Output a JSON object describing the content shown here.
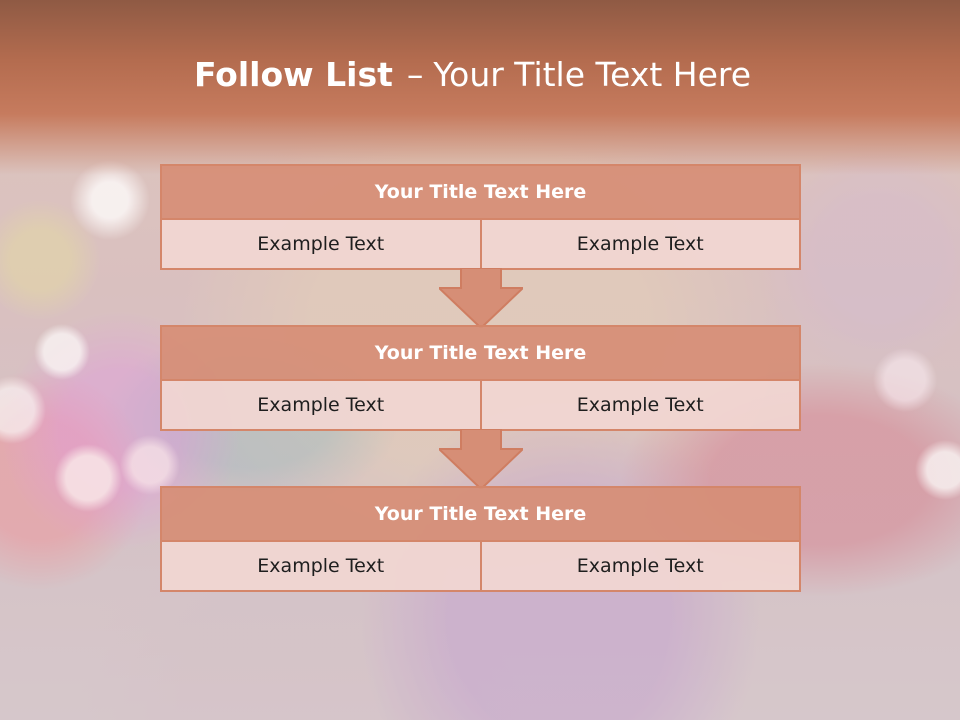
{
  "slide": {
    "title_bold": "Follow List",
    "title_separator": "–",
    "title_rest": "Your Title Text Here",
    "rows": [
      {
        "title": "Your Title Text Here",
        "left": "Example Text",
        "right": "Example Text"
      },
      {
        "title": "Your Title Text Here",
        "left": "Example Text",
        "right": "Example Text"
      },
      {
        "title": "Your Title Text Here",
        "left": "Example Text",
        "right": "Example Text"
      }
    ]
  },
  "colors": {
    "title_band": "#c67b5e",
    "row_header_fill": "#d68e76",
    "cell_fill": "#f1d6d2",
    "border": "#d4866a"
  },
  "icons": [
    "down-arrow-icon",
    "down-arrow-icon"
  ]
}
